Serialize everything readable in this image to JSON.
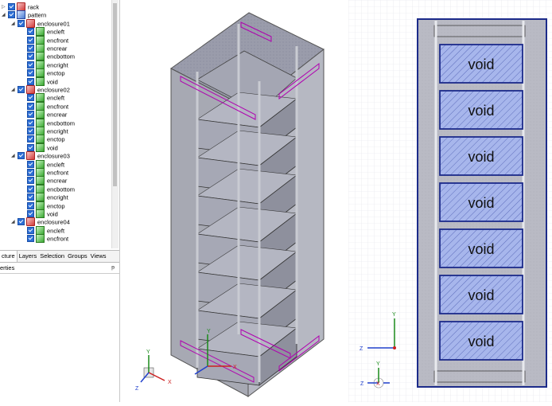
{
  "tree": {
    "items": [
      {
        "label": "rack",
        "level": 0,
        "icon": "group-icon",
        "expander": "▷",
        "checked": true
      },
      {
        "label": "pattern",
        "level": 0,
        "icon": "pattern-icon",
        "expander": "◢",
        "checked": true
      },
      {
        "label": "enclosure01",
        "level": 1,
        "icon": "group-icon",
        "expander": "◢",
        "checked": true
      },
      {
        "label": "encleft",
        "level": 2,
        "icon": "box-icon",
        "expander": "",
        "checked": true
      },
      {
        "label": "encfront",
        "level": 2,
        "icon": "box-icon",
        "expander": "",
        "checked": true
      },
      {
        "label": "encrear",
        "level": 2,
        "icon": "box-icon",
        "expander": "",
        "checked": true
      },
      {
        "label": "encbottom",
        "level": 2,
        "icon": "box-icon",
        "expander": "",
        "checked": true
      },
      {
        "label": "encright",
        "level": 2,
        "icon": "box-icon",
        "expander": "",
        "checked": true
      },
      {
        "label": "enctop",
        "level": 2,
        "icon": "box-icon",
        "expander": "",
        "checked": true
      },
      {
        "label": "void",
        "level": 2,
        "icon": "box-icon",
        "expander": "",
        "checked": true
      },
      {
        "label": "enclosure02",
        "level": 1,
        "icon": "group-icon",
        "expander": "◢",
        "checked": true
      },
      {
        "label": "encleft",
        "level": 2,
        "icon": "box-icon",
        "expander": "",
        "checked": true
      },
      {
        "label": "encfront",
        "level": 2,
        "icon": "box-icon",
        "expander": "",
        "checked": true
      },
      {
        "label": "encrear",
        "level": 2,
        "icon": "box-icon",
        "expander": "",
        "checked": true
      },
      {
        "label": "encbottom",
        "level": 2,
        "icon": "box-icon",
        "expander": "",
        "checked": true
      },
      {
        "label": "encright",
        "level": 2,
        "icon": "box-icon",
        "expander": "",
        "checked": true
      },
      {
        "label": "enctop",
        "level": 2,
        "icon": "box-icon",
        "expander": "",
        "checked": true
      },
      {
        "label": "void",
        "level": 2,
        "icon": "box-icon",
        "expander": "",
        "checked": true
      },
      {
        "label": "enclosure03",
        "level": 1,
        "icon": "group-icon",
        "expander": "◢",
        "checked": true
      },
      {
        "label": "encleft",
        "level": 2,
        "icon": "box-icon",
        "expander": "",
        "checked": true
      },
      {
        "label": "encfront",
        "level": 2,
        "icon": "box-icon",
        "expander": "",
        "checked": true
      },
      {
        "label": "encrear",
        "level": 2,
        "icon": "box-icon",
        "expander": "",
        "checked": true
      },
      {
        "label": "encbottom",
        "level": 2,
        "icon": "box-icon",
        "expander": "",
        "checked": true
      },
      {
        "label": "encright",
        "level": 2,
        "icon": "box-icon",
        "expander": "",
        "checked": true
      },
      {
        "label": "enctop",
        "level": 2,
        "icon": "box-icon",
        "expander": "",
        "checked": true
      },
      {
        "label": "void",
        "level": 2,
        "icon": "box-icon",
        "expander": "",
        "checked": true
      },
      {
        "label": "enclosure04",
        "level": 1,
        "icon": "group-icon",
        "expander": "◢",
        "checked": true
      },
      {
        "label": "encleft",
        "level": 2,
        "icon": "box-icon",
        "expander": "",
        "checked": true
      },
      {
        "label": "encfront",
        "level": 2,
        "icon": "box-icon",
        "expander": "",
        "checked": true
      }
    ]
  },
  "tabs": [
    "cture",
    "Layers",
    "Selection",
    "Groups",
    "Views"
  ],
  "active_tab": "cture",
  "properties": {
    "title": "erties",
    "pin": "ᵽ"
  },
  "view3d": {
    "axis_labels": {
      "x": "X",
      "y": "Y",
      "z": "Z"
    },
    "triad_labels": {
      "x": "X",
      "y": "Y",
      "z": "Z"
    }
  },
  "view2d": {
    "voids": [
      "void",
      "void",
      "void",
      "void",
      "void",
      "void",
      "void"
    ],
    "axis_labels": {
      "y": "Y",
      "z": "Z"
    },
    "triad_labels": {
      "x": "X",
      "y": "Y",
      "z": "Z"
    }
  },
  "colors": {
    "check": "#2d6fd6",
    "enclosure_fill": "#8a8d9c",
    "void_fill": "#9fb0e8",
    "void_border": "#1c2b8a",
    "magenta": "#b000b0"
  }
}
